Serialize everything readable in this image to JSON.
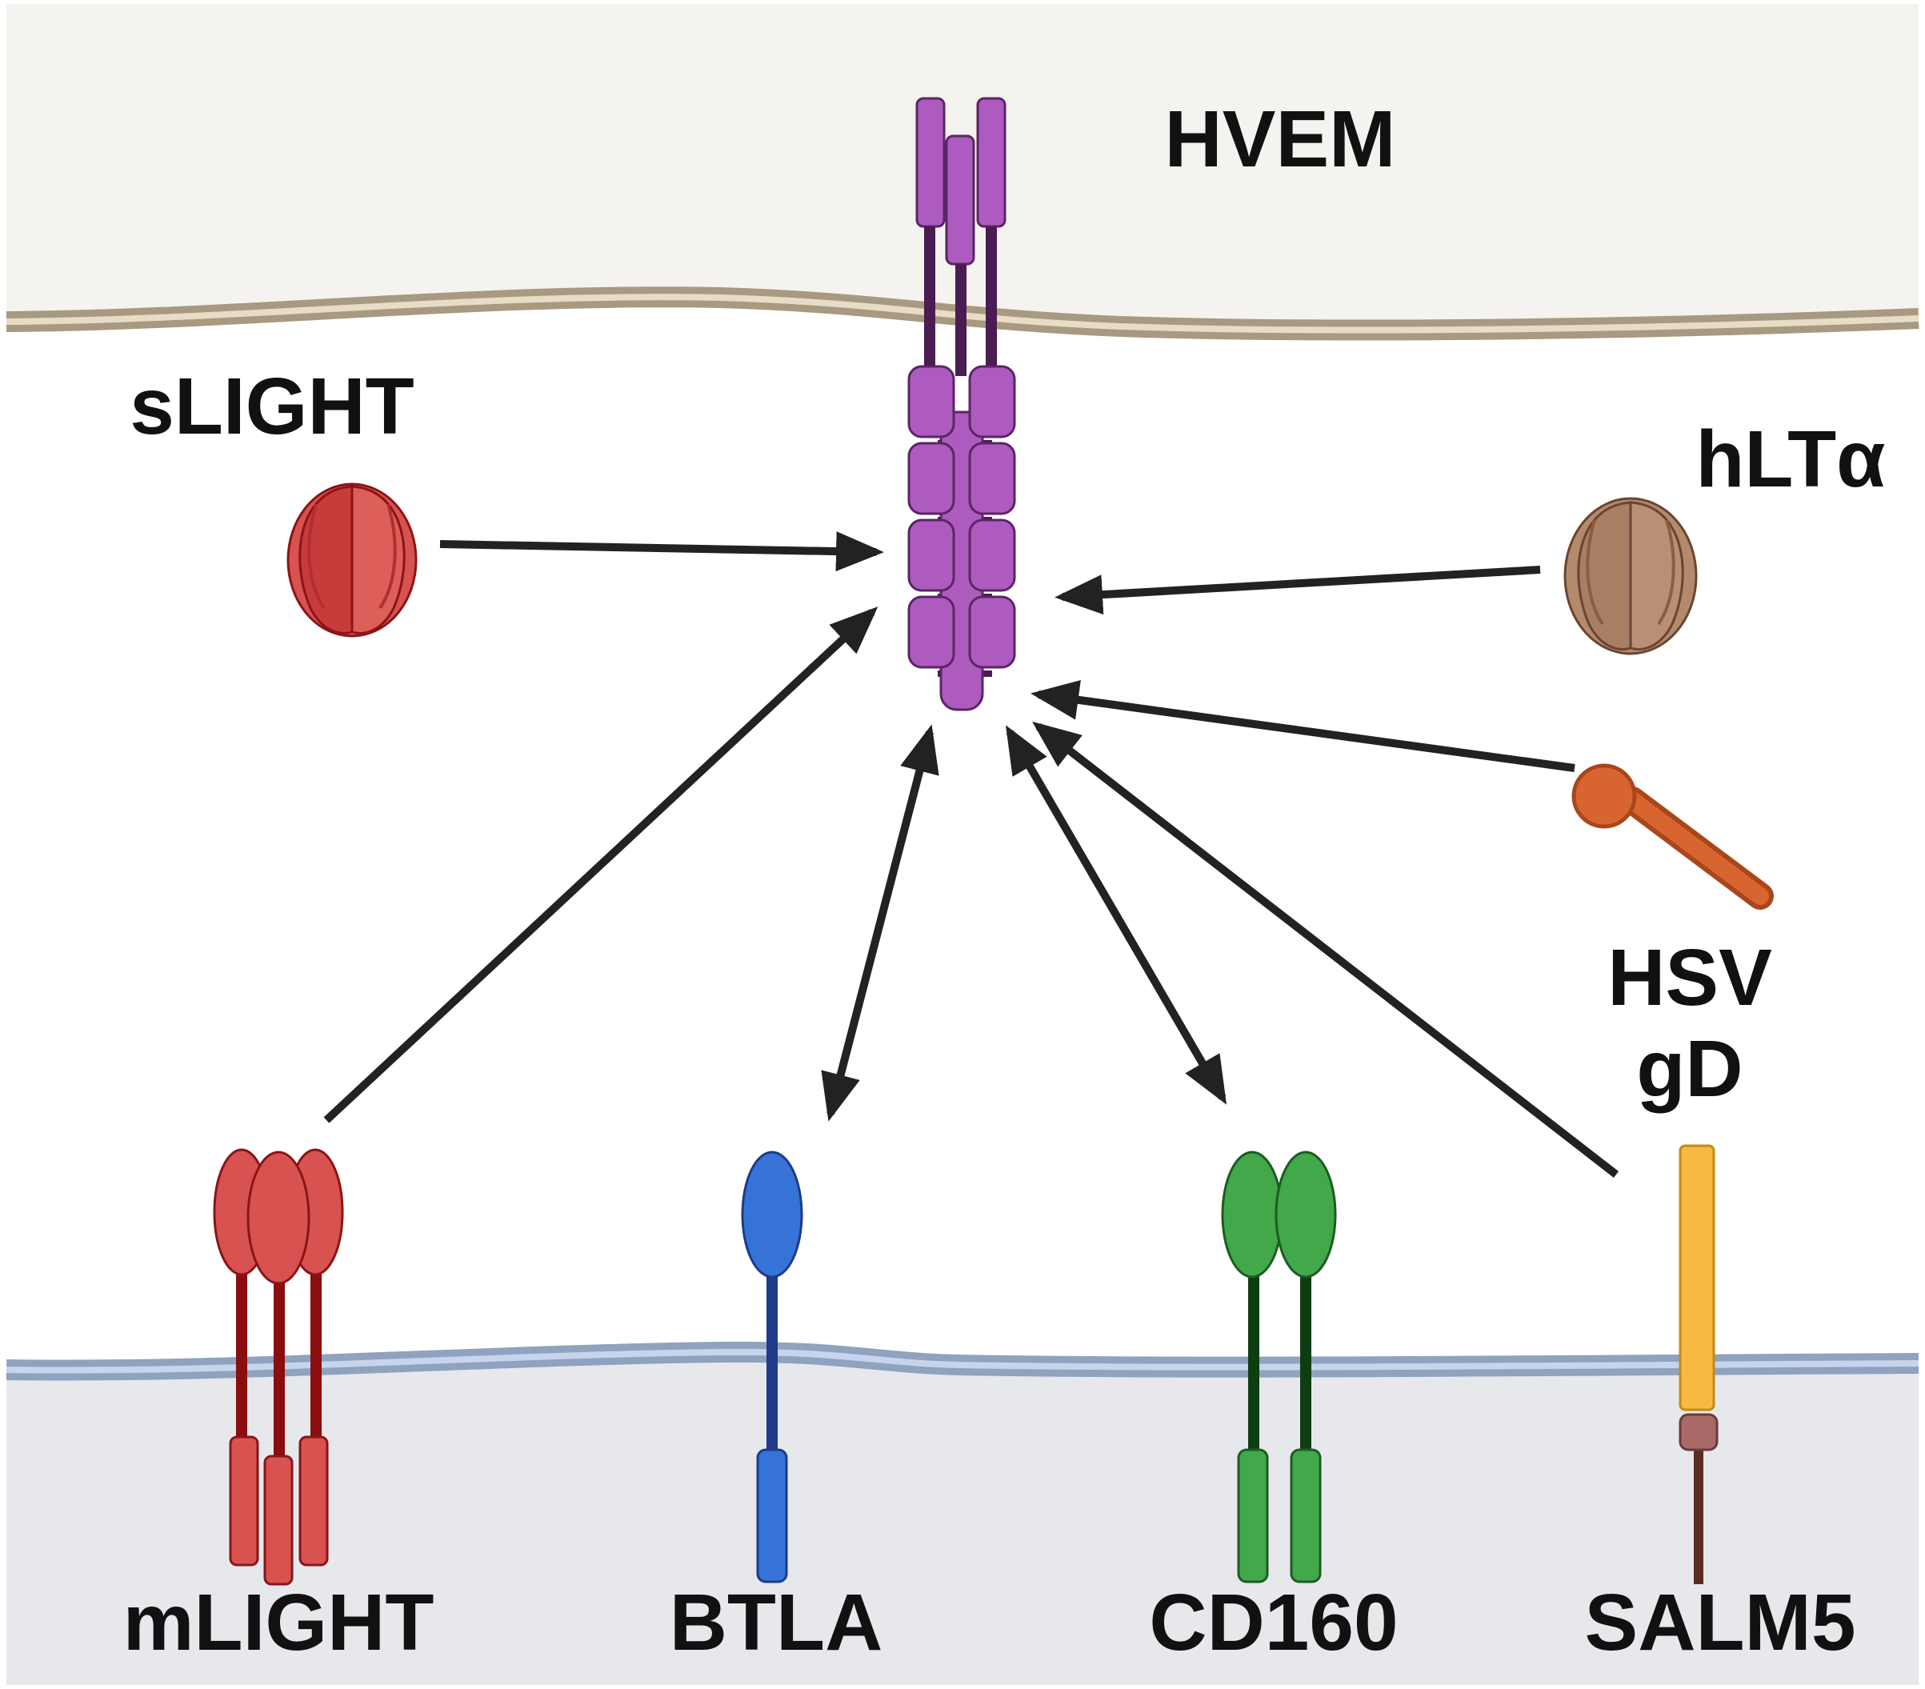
{
  "labels": {
    "hvem": "HVEM",
    "slight": "sLIGHT",
    "hlta": "hLTα",
    "hsv_line1": "HSV",
    "hsv_line2": "gD",
    "mlight": "mLIGHT",
    "btla": "BTLA",
    "cd160": "CD160",
    "salm5": "SALM5"
  },
  "colors": {
    "top_cell": "#f5f3ef",
    "top_membrane": "#b6a88f",
    "bottom_cell": "#e6e8ec",
    "bottom_membrane": "#98abc8",
    "hvem": "#ad5bbe",
    "hvem_stalk": "#4a1c52",
    "slight": "#d8524f",
    "mlight": "#d8524f",
    "mlight_stalk": "#8a0d10",
    "hlta": "#b48a6d",
    "hsv_gd": "#d8652f",
    "btla": "#3574d6",
    "btla_stalk": "#1f3a88",
    "cd160": "#42a84a",
    "cd160_stalk": "#0f3d12",
    "salm5": "#f7b944",
    "salm5_stalk": "#5a2d1e",
    "arrow": "#222222"
  },
  "interactions": [
    {
      "from": "sLIGHT",
      "to": "HVEM",
      "direction": "one-way"
    },
    {
      "from": "hLTα",
      "to": "HVEM",
      "direction": "one-way"
    },
    {
      "from": "HSV gD",
      "to": "HVEM",
      "direction": "one-way"
    },
    {
      "from": "mLIGHT",
      "to": "HVEM",
      "direction": "one-way"
    },
    {
      "from": "BTLA",
      "to": "HVEM",
      "direction": "bidirectional"
    },
    {
      "from": "CD160",
      "to": "HVEM",
      "direction": "bidirectional"
    },
    {
      "from": "SALM5",
      "to": "HVEM",
      "direction": "one-way"
    }
  ]
}
